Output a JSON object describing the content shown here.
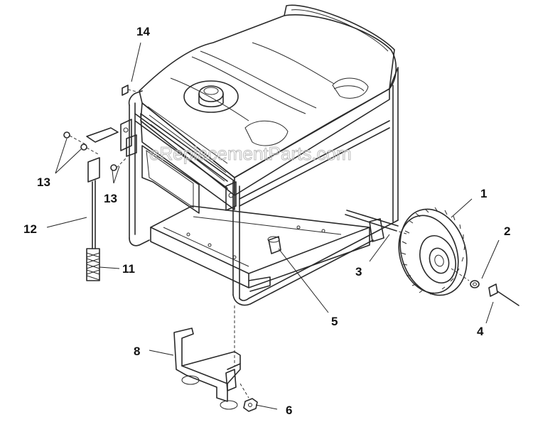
{
  "watermark": "eReplacementParts.com",
  "callouts": {
    "c1": "1",
    "c2": "2",
    "c3": "3",
    "c4": "4",
    "c5": "5",
    "c6": "6",
    "c8": "8",
    "c11": "11",
    "c12": "12",
    "c13a": "13",
    "c13b": "13",
    "c14": "14"
  }
}
